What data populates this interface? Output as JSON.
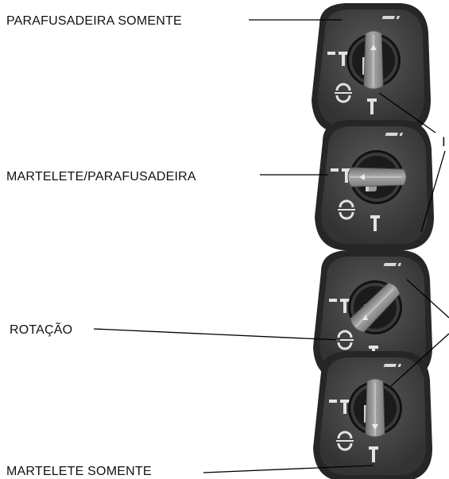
{
  "labels": {
    "screwdriver_only": "PARAFUSADEIRA SOMENTE",
    "hammer_screwdriver": "MARTELETE/PARAFUSADEIRA",
    "rotation": "ROTAÇÃO",
    "hammer_only": "MARTELETE SOMENTE"
  },
  "callouts": {
    "top": "I"
  },
  "colors": {
    "body": "#2b2b2b",
    "face": "#4a4a4a",
    "knob_bg": "#1c1c1c",
    "lever": "#8e8e8e",
    "line": "#000000"
  },
  "icons": [
    "drill-bit-icon",
    "hammer-drill-icon",
    "rotation-icon",
    "hammer-icon"
  ]
}
